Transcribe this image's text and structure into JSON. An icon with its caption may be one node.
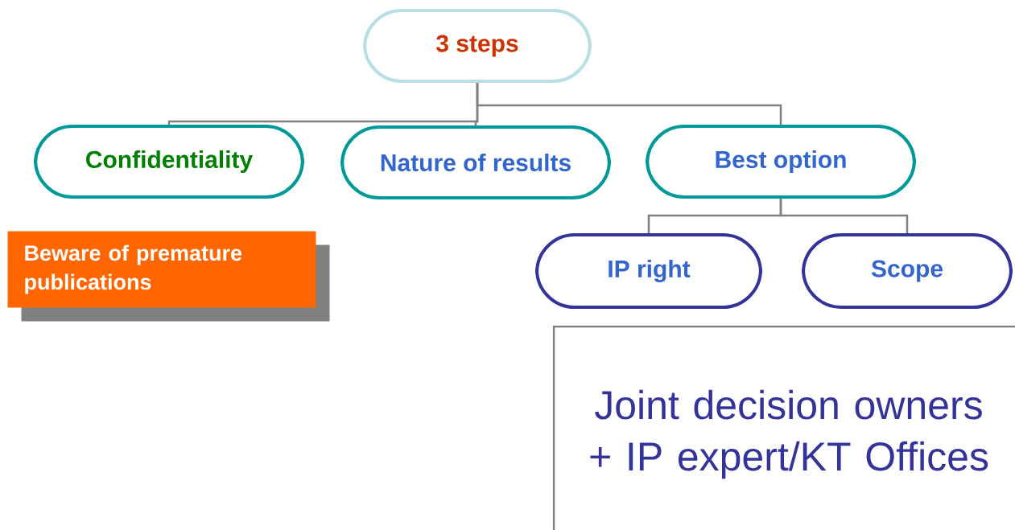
{
  "diagram": {
    "nodes": [
      {
        "text": [
          "3 steps"
        ]
      },
      {
        "text": [
          "Confidentiality"
        ]
      },
      {
        "text": [
          "Nature of results"
        ]
      },
      {
        "text": [
          "Best option"
        ]
      },
      {
        "text": [
          "Beware of premature publications"
        ]
      },
      {
        "text": [
          "IP right"
        ]
      },
      {
        "text": [
          "Scope"
        ]
      },
      {
        "text": [
          "Joint decision owners + IP expert/KT Offices"
        ]
      }
    ],
    "edges": [
      {
        "from": 0,
        "to": 1,
        "arrow": "none"
      },
      {
        "from": 0,
        "to": 2,
        "arrow": "none"
      },
      {
        "from": 0,
        "to": 3,
        "arrow": "none"
      },
      {
        "from": 3,
        "to": 5,
        "arrow": "none"
      },
      {
        "from": 3,
        "to": 6,
        "arrow": "none"
      }
    ]
  }
}
